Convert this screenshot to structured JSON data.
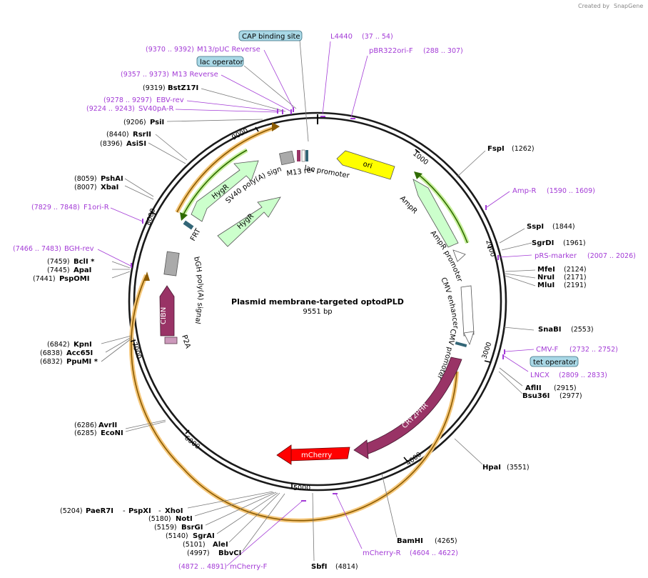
{
  "plasmid": {
    "name": "Plasmid membrane-targeted optodPLD",
    "size": "9551 bp"
  },
  "credit": {
    "prefix": "Created by",
    "brand": "SnapGene"
  },
  "ticks": [
    "1000",
    "2000",
    "3000",
    "4000",
    "5000",
    "6000",
    "7000",
    "8000",
    "9000"
  ],
  "badges": [
    "CAP binding site",
    "lac operator",
    "tet operator"
  ],
  "features": {
    "ori": "ori",
    "ampr": "AmpR",
    "ampr_promoter": "AmpR promoter",
    "cmv_enhancer": "CMV enhancer",
    "cmv_promoter": "CMV promoter",
    "cry2phr": "CRY2PHR",
    "mcherry": "mCherry",
    "cibn": "CIBN",
    "p2a": "P2A",
    "bgh": "bGH poly(A) signal",
    "hygr1": "HygR",
    "hygr2": "HygR",
    "sv40": "SV40 poly(A) signal",
    "frt": "FRT",
    "lac_promoter": "lac promoter",
    "m13rev": "M13 rev"
  },
  "enzymes": [
    {
      "name": "FspI",
      "pos": "(1262)"
    },
    {
      "name": "SspI",
      "pos": "(1844)"
    },
    {
      "name": "SgrDI",
      "pos": "(1961)"
    },
    {
      "name": "MfeI",
      "pos": "(2124)"
    },
    {
      "name": "NruI",
      "pos": "(2171)"
    },
    {
      "name": "MluI",
      "pos": "(2191)"
    },
    {
      "name": "SnaBI",
      "pos": "(2553)"
    },
    {
      "name": "AflII",
      "pos": "(2915)"
    },
    {
      "name": "Bsu36I",
      "pos": "(2977)"
    },
    {
      "name": "HpaI",
      "pos": "(3551)"
    },
    {
      "name": "BamHI",
      "pos": "(4265)"
    },
    {
      "name": "SbfI",
      "pos": "(4814)"
    },
    {
      "name": "BbvCI",
      "pos": "(4997)"
    },
    {
      "name": "AleI",
      "pos": "(5101)"
    },
    {
      "name": "SgrAI",
      "pos": "(5140)"
    },
    {
      "name": "BsrGI",
      "pos": "(5159)"
    },
    {
      "name": "NotI",
      "pos": "(5180)"
    },
    {
      "name": "XhoI",
      "pos": ""
    },
    {
      "name": "PspXI",
      "pos": ""
    },
    {
      "name": "PaeR7I",
      "pos": "(5204)"
    },
    {
      "name": "EcoNI",
      "pos": "(6285)"
    },
    {
      "name": "AvrII",
      "pos": "(6286)"
    },
    {
      "name": "PpuMI *",
      "pos": "(6832)"
    },
    {
      "name": "Acc65I",
      "pos": "(6838)"
    },
    {
      "name": "KpnI",
      "pos": "(6842)"
    },
    {
      "name": "PspOMI",
      "pos": "(7441)"
    },
    {
      "name": "ApaI",
      "pos": "(7445)"
    },
    {
      "name": "BclI *",
      "pos": "(7459)"
    },
    {
      "name": "XbaI",
      "pos": "(8007)"
    },
    {
      "name": "PshAI",
      "pos": "(8059)"
    },
    {
      "name": "AsiSI",
      "pos": "(8396)"
    },
    {
      "name": "RsrII",
      "pos": "(8440)"
    },
    {
      "name": "PsiI",
      "pos": "(9206)"
    },
    {
      "name": "BstZ17I",
      "pos": "(9319)"
    }
  ],
  "primers": [
    {
      "name": "L4440",
      "pos": "(37 .. 54)"
    },
    {
      "name": "pBR322ori-F",
      "pos": "(288 .. 307)"
    },
    {
      "name": "Amp-R",
      "pos": "(1590 .. 1609)"
    },
    {
      "name": "pRS-marker",
      "pos": "(2007 .. 2026)"
    },
    {
      "name": "CMV-F",
      "pos": "(2732 .. 2752)"
    },
    {
      "name": "LNCX",
      "pos": "(2809 .. 2833)"
    },
    {
      "name": "mCherry-R",
      "pos": "(4604 .. 4622)"
    },
    {
      "name": "mCherry-F",
      "pos": "(4872 .. 4891)"
    },
    {
      "name": "BGH-rev",
      "pos": "(7466 .. 7483)"
    },
    {
      "name": "F1ori-R",
      "pos": "(7829 .. 7848)"
    },
    {
      "name": "SV40pA-R",
      "pos": "(9224 .. 9243)"
    },
    {
      "name": "EBV-rev",
      "pos": "(9278 .. 9297)"
    },
    {
      "name": "M13 Reverse",
      "pos": "(9357 .. 9373)"
    },
    {
      "name": "M13/pUC Reverse",
      "pos": "(9370 .. 9392)"
    }
  ],
  "colors": {
    "ori": "#ffff00",
    "ampr": "#ccffcc",
    "cry2phr": "#993366",
    "mcherry": "#ff0000",
    "cibn": "#993366",
    "p2a": "#cc99bb",
    "polyA": "#aaaaaa",
    "hygr": "#ccffcc",
    "frt": "#336677",
    "primer": "#a33bd6",
    "orf_orange": "#f5a623",
    "orf_green": "#6fbf2a"
  }
}
